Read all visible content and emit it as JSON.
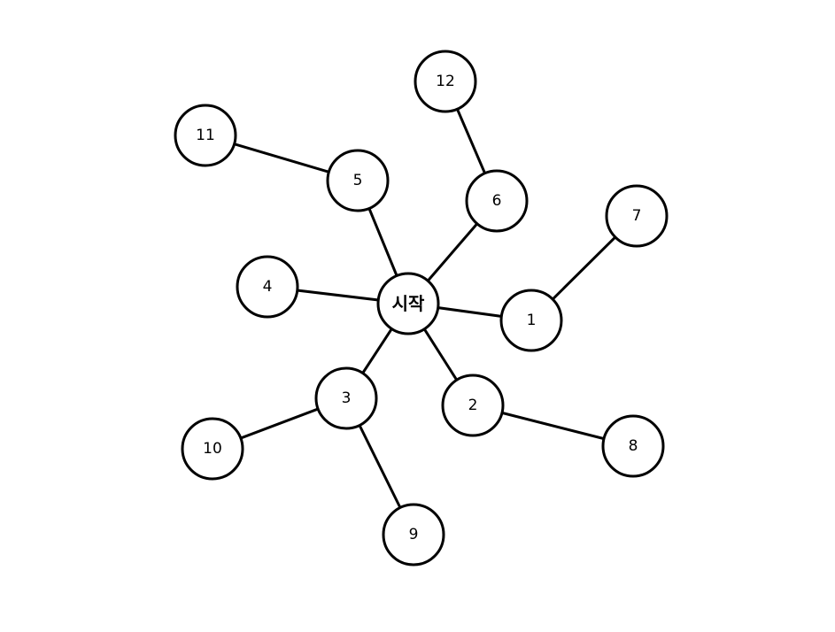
{
  "graph": {
    "start_node": "start",
    "nodes": [
      {
        "id": "start",
        "label": "시작"
      },
      {
        "id": "n1",
        "label": "1"
      },
      {
        "id": "n2",
        "label": "2"
      },
      {
        "id": "n3",
        "label": "3"
      },
      {
        "id": "n4",
        "label": "4"
      },
      {
        "id": "n5",
        "label": "5"
      },
      {
        "id": "n6",
        "label": "6"
      },
      {
        "id": "n7",
        "label": "7"
      },
      {
        "id": "n8",
        "label": "8"
      },
      {
        "id": "n9",
        "label": "9"
      },
      {
        "id": "n10",
        "label": "10"
      },
      {
        "id": "n11",
        "label": "11"
      },
      {
        "id": "n12",
        "label": "12"
      }
    ],
    "edges": [
      {
        "from": "start",
        "to": "n1"
      },
      {
        "from": "start",
        "to": "n2"
      },
      {
        "from": "start",
        "to": "n3"
      },
      {
        "from": "start",
        "to": "n4"
      },
      {
        "from": "start",
        "to": "n5"
      },
      {
        "from": "start",
        "to": "n6"
      },
      {
        "from": "n1",
        "to": "n7"
      },
      {
        "from": "n2",
        "to": "n8"
      },
      {
        "from": "n3",
        "to": "n9"
      },
      {
        "from": "n3",
        "to": "n10"
      },
      {
        "from": "n5",
        "to": "n11"
      },
      {
        "from": "n6",
        "to": "n12"
      }
    ]
  }
}
